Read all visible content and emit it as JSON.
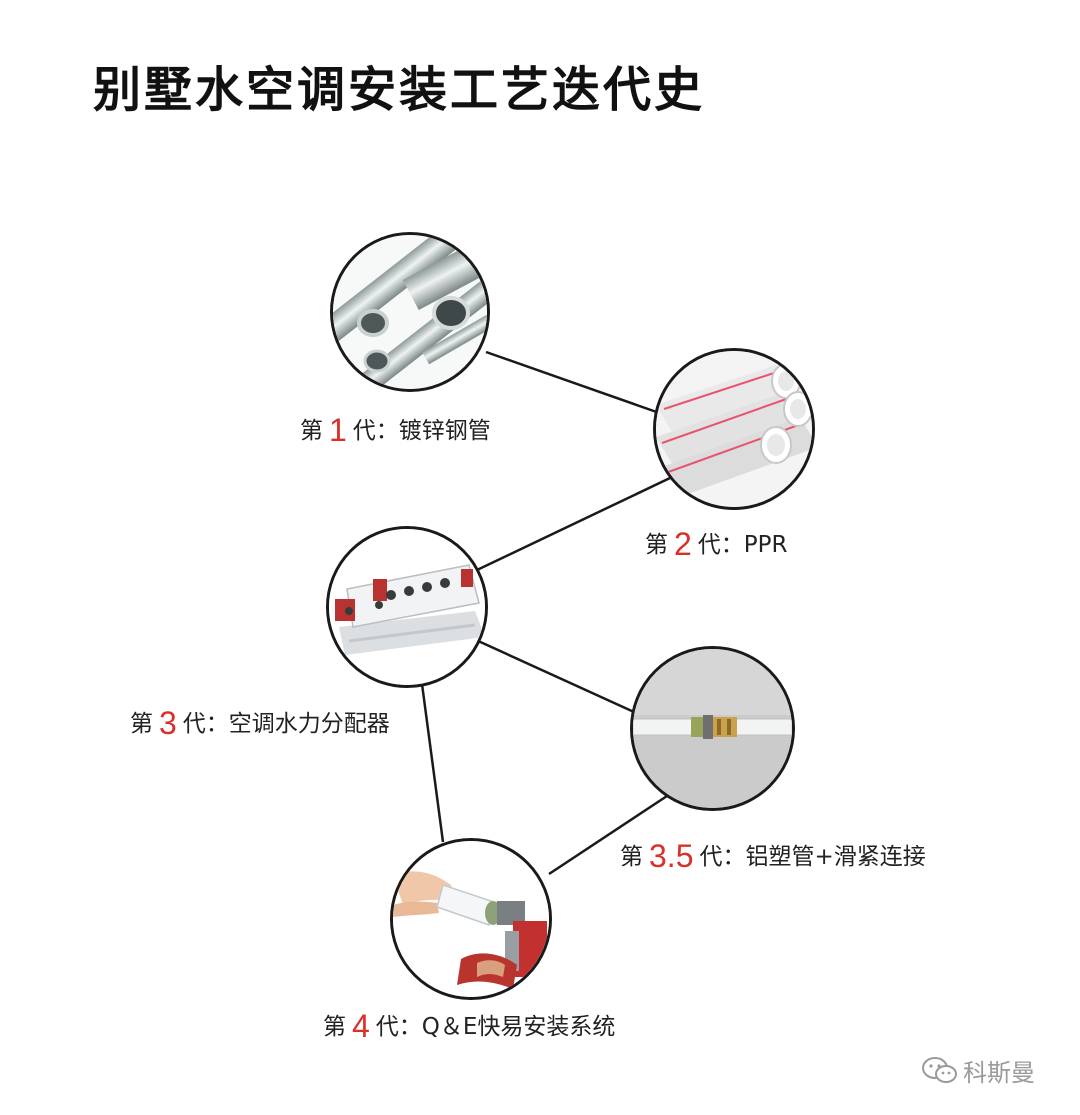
{
  "title": "别墅水空调安装工艺迭代史",
  "nodes": [
    {
      "id": "gen1",
      "prefix": "第",
      "num": "1",
      "suffix": "代：镀锌钢管"
    },
    {
      "id": "gen2",
      "prefix": "第",
      "num": "2",
      "suffix": "代：PPR"
    },
    {
      "id": "gen3",
      "prefix": "第",
      "num": "3",
      "suffix": "代：空调水力分配器"
    },
    {
      "id": "gen35",
      "prefix": "第",
      "num": "3.5",
      "suffix": "代：铝塑管+滑紧连接"
    },
    {
      "id": "gen4",
      "prefix": "第",
      "num": "4",
      "suffix": "代：Q＆E快易安装系统"
    }
  ],
  "watermark": {
    "text": "科斯曼",
    "icon": "wechat-icon"
  },
  "colors": {
    "accent": "#d9302a",
    "line": "#1a1a1a",
    "pipe_stripe": "#e8546b"
  }
}
